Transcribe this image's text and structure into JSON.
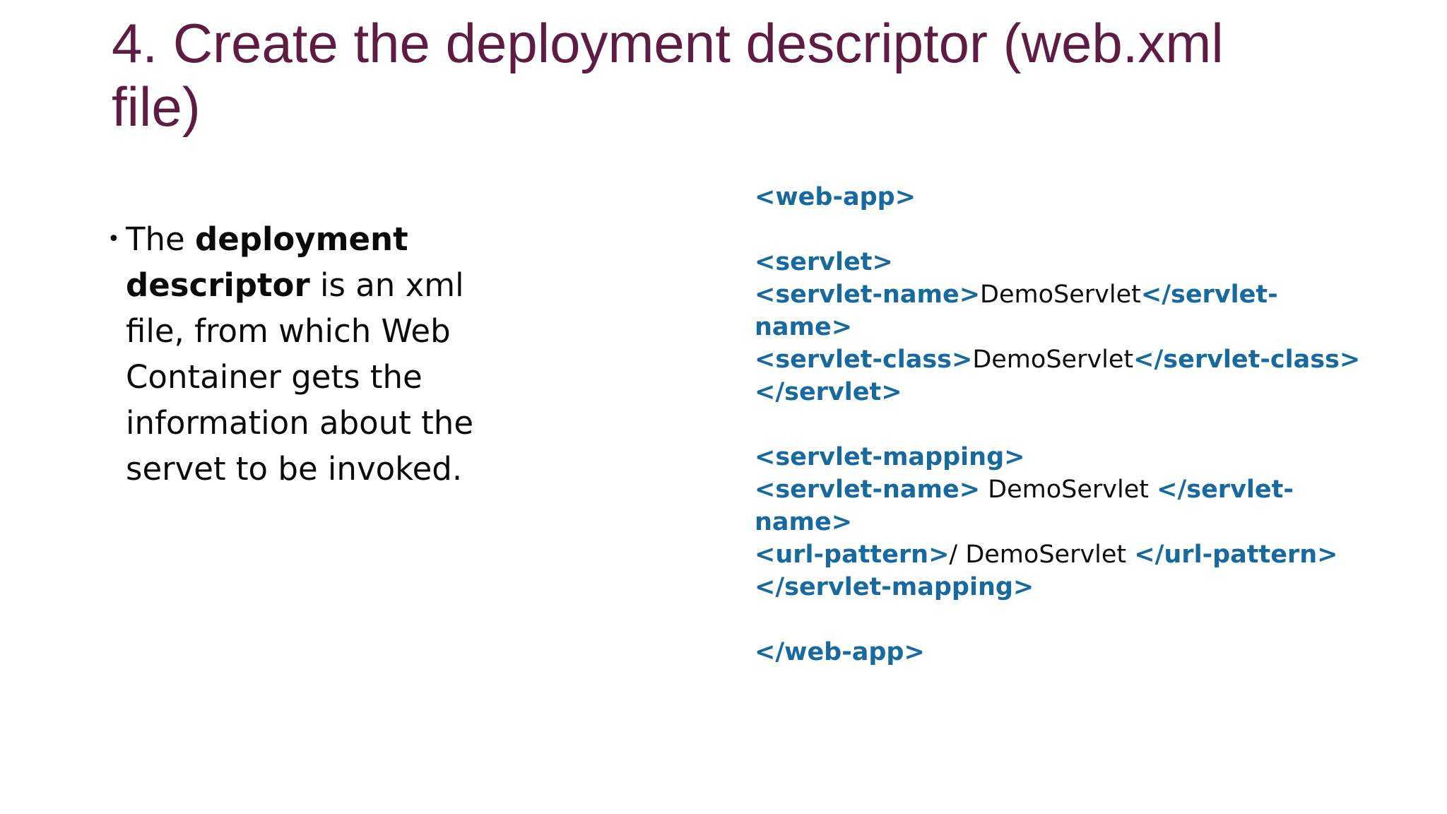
{
  "slide": {
    "colors": {
      "background": "#ffffff",
      "title": "#5f1c43",
      "body": "#0a0a0a",
      "code_tag": "#17699e",
      "code_text": "#0e0e0e"
    },
    "title": {
      "lines": [
        "4. Create the deployment descriptor (web.xml",
        "file)"
      ]
    },
    "bullet": {
      "marker": "•",
      "lines": [
        [
          {
            "text": "The ",
            "bold": false
          },
          {
            "text": "deployment",
            "bold": true
          }
        ],
        [
          {
            "text": "descriptor",
            "bold": true
          },
          {
            "text": " is an xml",
            "bold": false
          }
        ],
        [
          {
            "text": "file, from which Web",
            "bold": false
          }
        ],
        [
          {
            "text": "Container gets the",
            "bold": false
          }
        ],
        [
          {
            "text": "information about the",
            "bold": false
          }
        ],
        [
          {
            "text": "servet to be invoked.",
            "bold": false
          }
        ]
      ]
    },
    "code": {
      "lines": [
        [
          {
            "text": "<web-app>",
            "kind": "tag"
          }
        ],
        [],
        [
          {
            "text": "<servlet>",
            "kind": "tag"
          }
        ],
        [
          {
            "text": "<servlet-name>",
            "kind": "tag"
          },
          {
            "text": "DemoServlet",
            "kind": "plain"
          },
          {
            "text": "</servlet-",
            "kind": "tag"
          }
        ],
        [
          {
            "text": "name>",
            "kind": "tag"
          }
        ],
        [
          {
            "text": "<servlet-class>",
            "kind": "tag"
          },
          {
            "text": "DemoServlet",
            "kind": "plain"
          },
          {
            "text": "</servlet-class>",
            "kind": "tag"
          }
        ],
        [
          {
            "text": "</servlet>",
            "kind": "tag"
          }
        ],
        [],
        [
          {
            "text": "<servlet-mapping>",
            "kind": "tag"
          }
        ],
        [
          {
            "text": "<servlet-name>",
            "kind": "tag"
          },
          {
            "text": " DemoServlet ",
            "kind": "plain"
          },
          {
            "text": "</servlet-",
            "kind": "tag"
          }
        ],
        [
          {
            "text": "name>",
            "kind": "tag"
          }
        ],
        [
          {
            "text": "<url-pattern>",
            "kind": "tag"
          },
          {
            "text": "/ DemoServlet ",
            "kind": "plain"
          },
          {
            "text": "</url-pattern>",
            "kind": "tag"
          }
        ],
        [
          {
            "text": "</servlet-mapping>",
            "kind": "tag"
          }
        ],
        [],
        [
          {
            "text": "</web-app>",
            "kind": "tag"
          }
        ]
      ]
    }
  }
}
